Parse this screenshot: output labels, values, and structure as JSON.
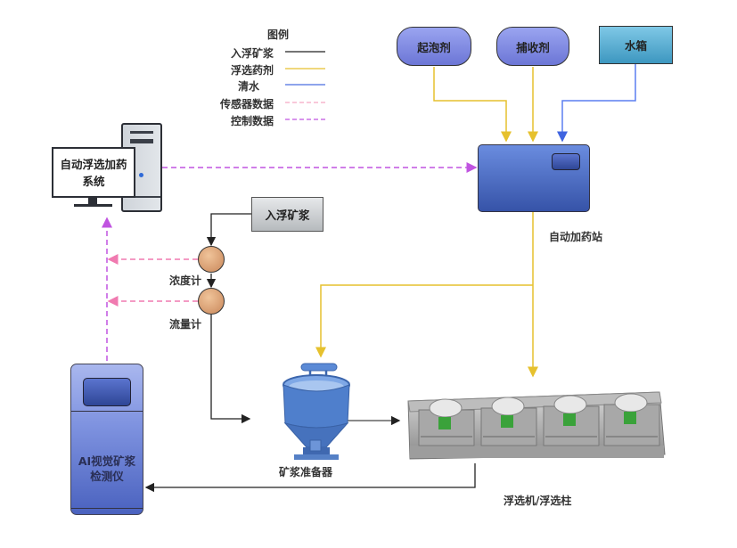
{
  "legend": {
    "title": "图例",
    "items": [
      {
        "label": "入浮矿浆",
        "style": "solid",
        "color": "#222222"
      },
      {
        "label": "浮选药剂",
        "style": "solid",
        "color": "#e6c12e"
      },
      {
        "label": "清水",
        "style": "solid",
        "color": "#4a6ee0"
      },
      {
        "label": "传感器数据",
        "style": "dashed",
        "color": "#f08cb0"
      },
      {
        "label": "控制数据",
        "style": "dashed",
        "color": "#c054e0"
      }
    ]
  },
  "nodes": {
    "frother": "起泡剂",
    "collector": "捕收剂",
    "water_tank": "水箱",
    "dosing_station": "自动加药站",
    "control_system": "自动浮选加药系统",
    "feed_slurry": "入浮矿浆",
    "density_meter": "浓度计",
    "flow_meter": "流量计",
    "ai_detector": "AI视觉矿浆检测仪",
    "slurry_conditioner": "矿浆准备器",
    "flotation": "浮选机/浮选柱"
  },
  "colors": {
    "slurry": "#222222",
    "reagent": "#e6c12e",
    "water": "#4a6ee0",
    "sensor": "#f07ab0",
    "control": "#c054e0"
  }
}
